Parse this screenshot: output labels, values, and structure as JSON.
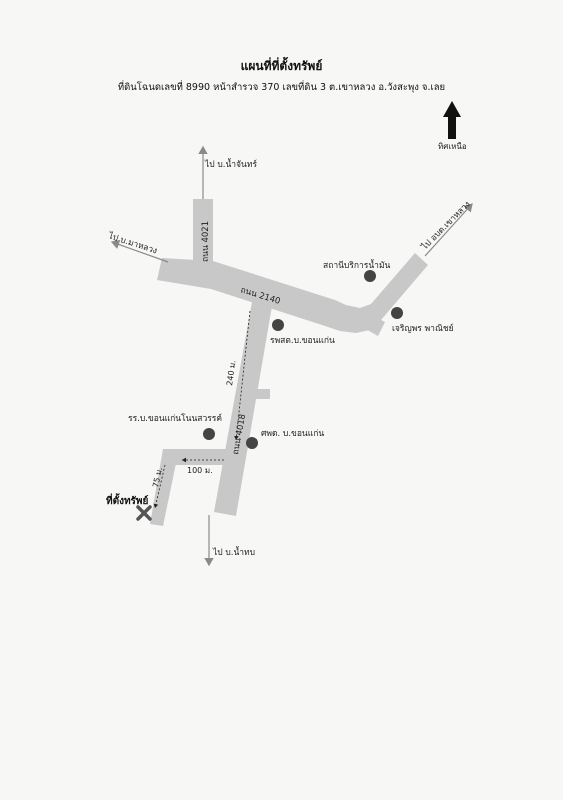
{
  "header": {
    "title": "แผนที่ที่ตั้งทรัพย์",
    "subtitle": "ที่ดินโฉนดเลขที่ 8990 หน้าสำรวจ 370 เลขที่ดิน 3 ต.เขาหลวง อ.วังสะพุง จ.เลย"
  },
  "north": {
    "label": "ทิศเหนือ"
  },
  "roads": {
    "r4021": "ถนน 4021",
    "r2140": "ถนน 2140",
    "r4018": "ถนน 4018"
  },
  "destinations": {
    "nam_chan": "ไป บ.น้ำจันทร์",
    "ma_luang": "ไป บ.มาหลวง",
    "khao_luang": "ไป อบต.เขาหลวง",
    "nam_thop": "ไป บ.น้ำทบ"
  },
  "landmarks": {
    "gas_station": "สถานีบริการน้ำมัน",
    "charoenporn": "เจริญพร พาณิชย์",
    "hospital": "รพสต.บ.ขอนแก่น",
    "school": "รร.บ.ขอนแก่นโนนสวรรค์",
    "center": "ศพด. บ.ขอนแก่น"
  },
  "distances": {
    "d240": "240 ม.",
    "d100": "100 ม.",
    "d75": "75 ม."
  },
  "property": {
    "label": "ที่ตั้งทรัพย์"
  },
  "colors": {
    "road": "#c8c8c8",
    "marker": "#444444",
    "cross": "#555555",
    "arrow": "#8a8a8a"
  }
}
